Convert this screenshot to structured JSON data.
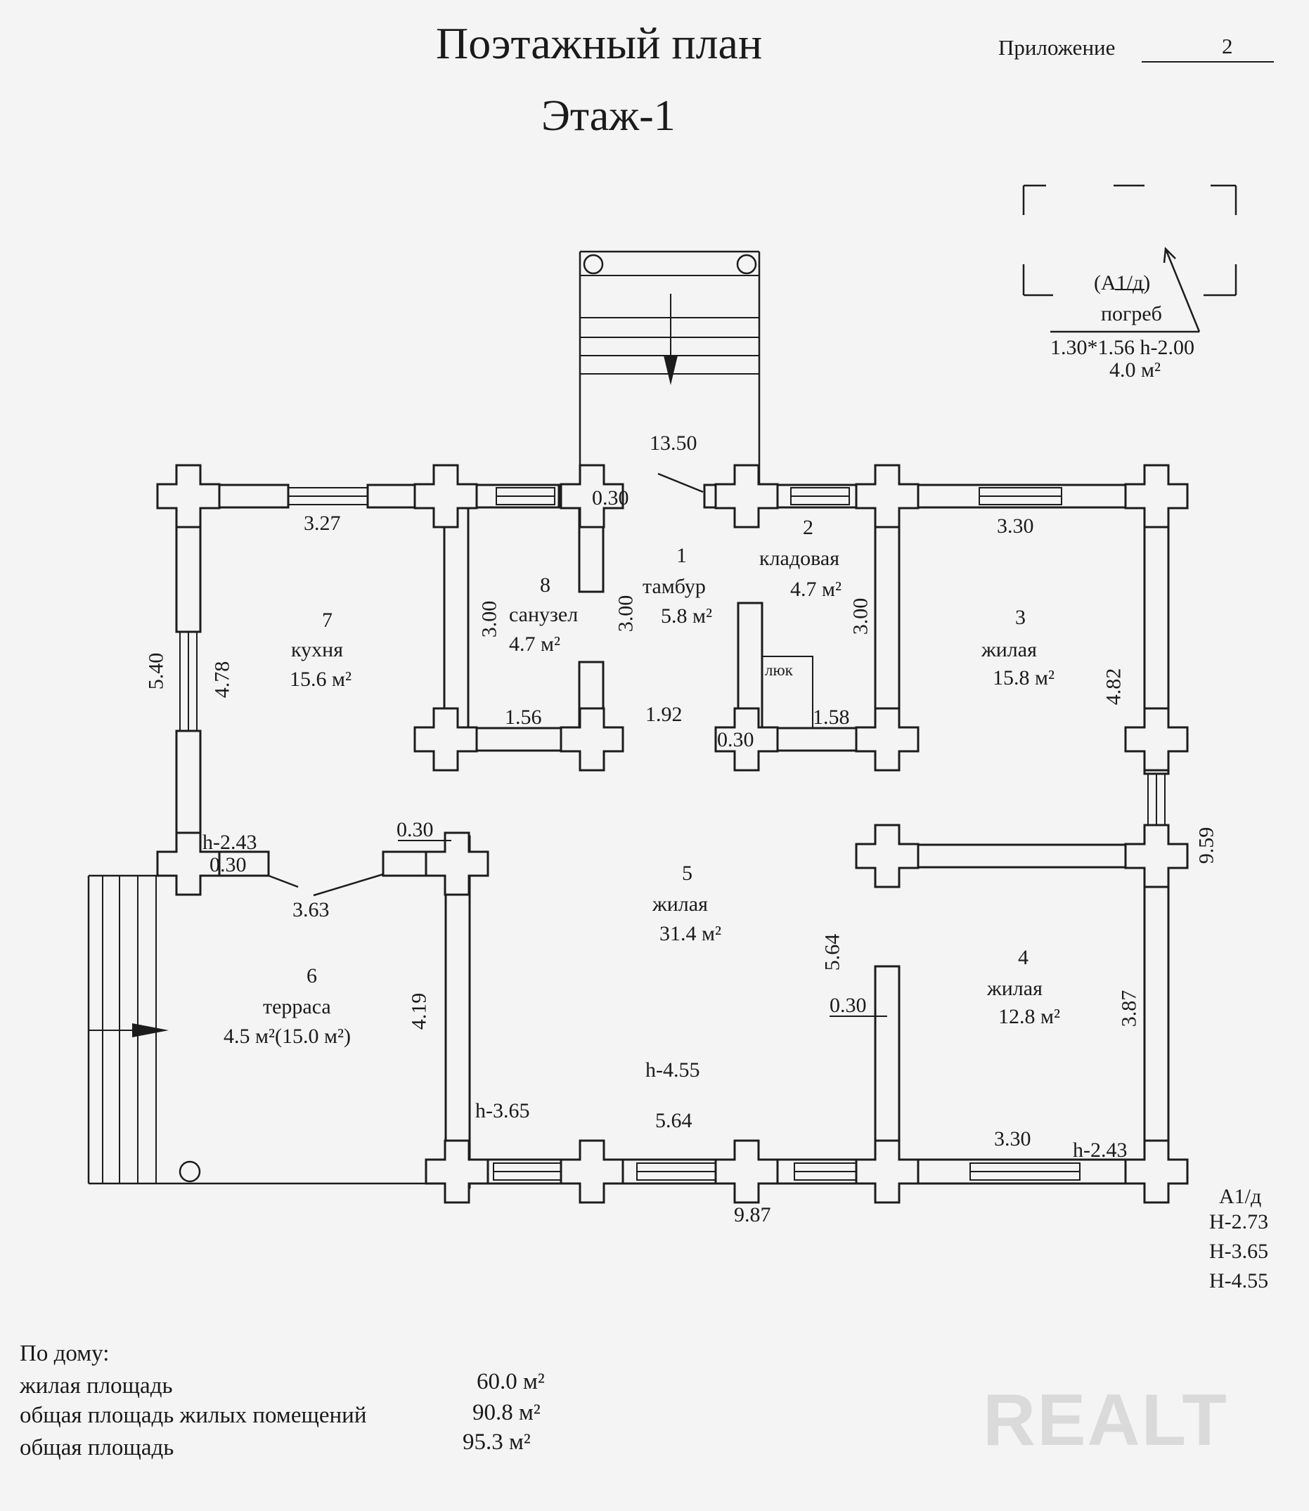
{
  "header": {
    "title": "Поэтажный план",
    "floor": "Этаж-1",
    "appendix_label": "Приложение",
    "appendix_number": "2"
  },
  "cellar": {
    "code": "(А1/д)",
    "name": "погреб",
    "size": "1.30*1.56  h-2.00",
    "area": "4.0 м²"
  },
  "rooms": [
    {
      "num": "1",
      "name": "тамбур",
      "area": "5.8 м²"
    },
    {
      "num": "2",
      "name": "кладовая",
      "area": "4.7 м²"
    },
    {
      "num": "3",
      "name": "жилая",
      "area": "15.8 м²"
    },
    {
      "num": "4",
      "name": "жилая",
      "area": "12.8 м²"
    },
    {
      "num": "5",
      "name": "жилая",
      "area": "31.4 м²"
    },
    {
      "num": "6",
      "name": "терраса",
      "area": "4.5 м²(15.0 м²)"
    },
    {
      "num": "7",
      "name": "кухня",
      "area": "15.6 м²"
    },
    {
      "num": "8",
      "name": "санузел",
      "area": "4.7 м²"
    }
  ],
  "hatch_label": "люк",
  "dimensions": {
    "stairs": "13.50",
    "d_327": "3.27",
    "d_330_top": "3.30",
    "d_030_top": "0.30",
    "d_300_a": "3.00",
    "d_300_b": "3.00",
    "d_300_c": "3.00",
    "d_540": "5.40",
    "d_478": "4.78",
    "d_482": "4.82",
    "d_156": "1.56",
    "d_192": "1.92",
    "d_158": "1.58",
    "d_030_mid": "0.30",
    "d_959": "9.59",
    "d_h243_left": "h-2.43",
    "d_030_left": "0.30",
    "d_030_left2": "0.30",
    "d_363": "3.63",
    "d_564_v": "5.64",
    "d_030_right": "0.30",
    "d_419": "4.19",
    "d_387": "3.87",
    "d_h455": "h-4.55",
    "d_h365": "h-3.65",
    "d_564_h": "5.64",
    "d_330_bot": "3.30",
    "d_h243_right": "h-2.43",
    "d_987": "9.87"
  },
  "legend": {
    "code": "А1/д",
    "h1": "Н-2.73",
    "h2": "Н-3.65",
    "h3": "Н-4.55"
  },
  "summary": {
    "heading": "По дому:",
    "rows": [
      {
        "label": "жилая площадь",
        "value": "60.0 м²"
      },
      {
        "label": "общая площадь жилых помещений",
        "value": "90.8 м²"
      },
      {
        "label": "общая площадь",
        "value": "95.3 м²"
      }
    ]
  },
  "watermark": "REALT"
}
